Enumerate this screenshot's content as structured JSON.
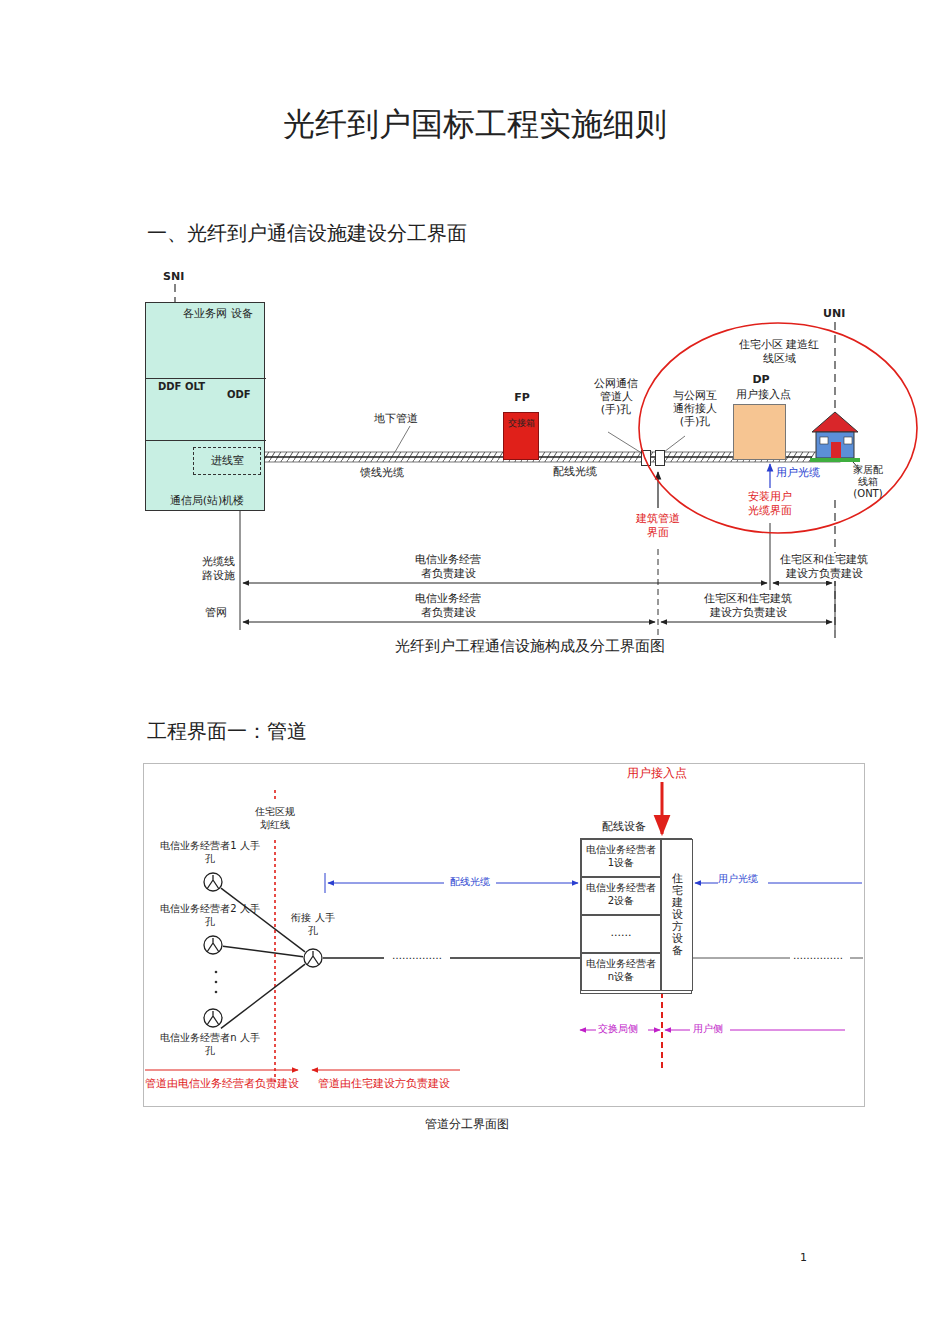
{
  "diagram": {
    "title": "光纤到户国标工程实施细则",
    "caption": "光纤到户工程通信设施构成及分工界面图",
    "nodes": [
      {
        "text": [
          "通信局(站)机楼"
        ]
      },
      {
        "text": [
          "各业务网 设备"
        ],
        "in": 0
      },
      {
        "text": [
          "DDF OLT",
          "ODF"
        ],
        "in": 0
      },
      {
        "text": [
          "进线室"
        ],
        "in": 0
      },
      {
        "text": [
          "FP",
          "交接箱"
        ]
      },
      {
        "text": [
          "公网通信管道人(手)孔"
        ]
      },
      {
        "text": [
          "与公网互通衔接人(手)孔"
        ]
      },
      {
        "text": [
          "住宅小区 建造红线区域"
        ]
      },
      {
        "text": [
          "DP",
          "用户接入点"
        ],
        "in": 7
      },
      {
        "text": [
          "家居配线箱 (ONT)"
        ],
        "in": 7
      },
      {
        "text": [
          "电信业务经营者1 人手孔"
        ]
      },
      {
        "text": [
          "电信业务经营者2 人手孔"
        ]
      },
      {
        "text": [
          "电信业务经营者n 人手孔"
        ]
      },
      {
        "text": [
          "衔接 人手孔"
        ]
      },
      {
        "text": [
          "配线设备"
        ]
      },
      {
        "text": [
          "电信业务经营者1设备"
        ],
        "in": 14
      },
      {
        "text": [
          "电信业务经营者2设备"
        ],
        "in": 14
      },
      {
        "text": [
          "......"
        ],
        "in": 14
      },
      {
        "text": [
          "电信业务经营者n设备"
        ],
        "in": 14
      },
      {
        "text": [
          "住宅建设方设备"
        ],
        "in": 14
      }
    ],
    "edges": [
      {
        "from": 3,
        "to": 4,
        "label": "馈线光缆",
        "arrow": "none"
      },
      {
        "from": 4,
        "to": 5,
        "label": "配线光缆",
        "arrow": "none"
      },
      {
        "from": 5,
        "to": 6,
        "arrow": "none"
      },
      {
        "from": 6,
        "to": 8,
        "arrow": "none"
      },
      {
        "from": 8,
        "to": 9,
        "label": "用户光缆",
        "arrow": "none"
      },
      {
        "from": 10,
        "to": 13,
        "arrow": "none"
      },
      {
        "from": 11,
        "to": 13,
        "arrow": "none"
      },
      {
        "from": 12,
        "to": 13,
        "arrow": "none"
      },
      {
        "from": 13,
        "to": 14,
        "label": "……………",
        "arrow": "none"
      }
    ],
    "labels": [
      "一、光纤到户通信设施建设分工界面",
      "SNI",
      "UNI",
      "地下管道",
      "安装用户 光缆界面",
      "建筑管道 界面",
      "光缆线 路设施",
      "电信业务经营 者负责建设",
      "住宅区和住宅建筑 建设方负责建设",
      "管网",
      "电信业务经营 者负责建设",
      "住宅区和住宅建筑 建设方负责建设",
      "工程界面一：管道",
      "住宅区规 划红线",
      "用户接入点",
      "配线光缆",
      "用户光缆",
      "……………",
      "交换局侧",
      "用户侧",
      "管道由电信业务经营者负责建设",
      "管道由住宅建设方负责建设",
      "管道分工界面图",
      "1"
    ]
  }
}
